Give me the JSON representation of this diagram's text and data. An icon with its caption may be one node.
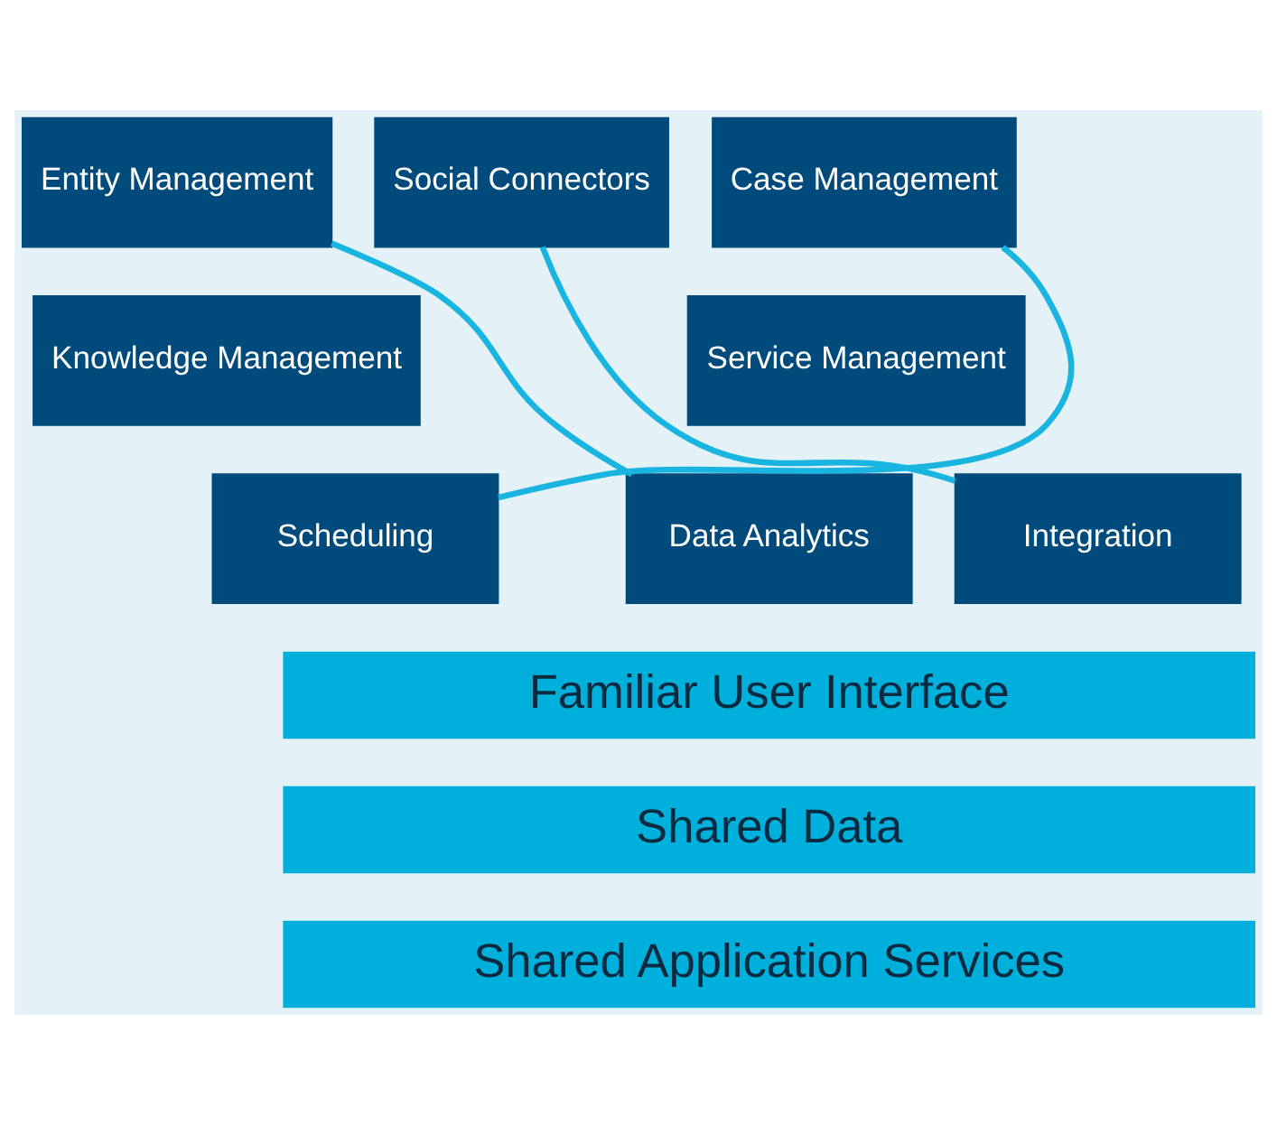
{
  "diagram": {
    "nodes": [
      {
        "text": [
          "Entity Management"
        ]
      },
      {
        "text": [
          "Social Connectors"
        ]
      },
      {
        "text": [
          "Case Management"
        ]
      },
      {
        "text": [
          "Knowledge Management"
        ]
      },
      {
        "text": [
          "Service Management"
        ]
      },
      {
        "text": [
          "Scheduling"
        ]
      },
      {
        "text": [
          "Integration"
        ]
      },
      {
        "text": [
          "Data Analytics"
        ]
      },
      {
        "text": [
          "Familiar User Interface"
        ]
      },
      {
        "text": [
          "Shared Data"
        ]
      },
      {
        "text": [
          "Shared Application Services"
        ]
      }
    ],
    "edges": [
      {
        "from": 0,
        "to": 7,
        "arrow": "none"
      },
      {
        "from": 2,
        "to": 5,
        "arrow": "none"
      },
      {
        "from": 1,
        "to": 6,
        "arrow": "none"
      }
    ]
  }
}
